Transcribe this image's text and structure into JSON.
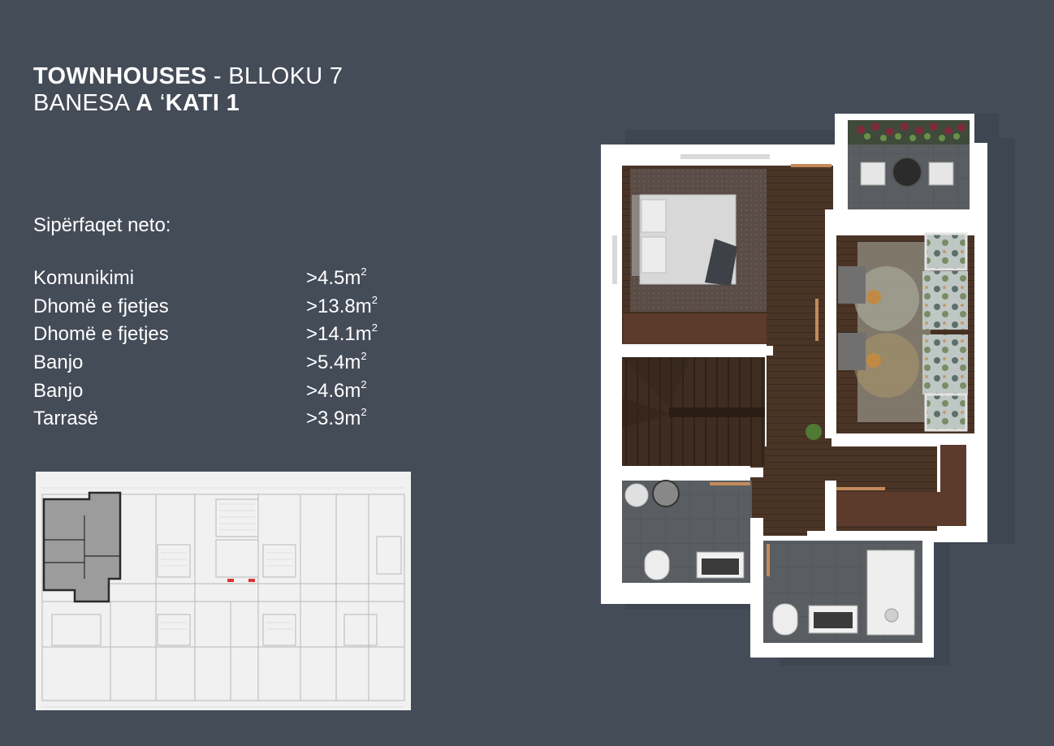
{
  "header": {
    "line1_bold": "TOWNHOUSES",
    "line1_rest": " - BLLOKU 7",
    "line2_prefix": "BANESA ",
    "line2_bold_a": "A",
    "line2_mid": " ‘",
    "line2_bold_kati": "KATI 1"
  },
  "areas_title": "Sipërfaqet neto:",
  "areas": [
    {
      "name": "Komunikimi",
      "value": ">4.5m",
      "unit_sup": "2"
    },
    {
      "name": "Dhomë e fjetjes",
      "value": ">13.8m",
      "unit_sup": "2"
    },
    {
      "name": "Dhomë e fjetjes",
      "value": ">14.1m",
      "unit_sup": "2"
    },
    {
      "name": "Banjo",
      "value": ">5.4m",
      "unit_sup": "2"
    },
    {
      "name": "Banjo",
      "value": ">4.6m",
      "unit_sup": "2"
    },
    {
      "name": "Tarrasë",
      "value": ">3.9m",
      "unit_sup": "2"
    }
  ],
  "colors": {
    "background": "#444c58",
    "wall": "#ffffff",
    "wood_floor": "#4a3426",
    "tile_floor": "#5a5d61",
    "keyplan_bg": "#f1f1f1",
    "keyplan_highlight": "#9c9c9c"
  }
}
